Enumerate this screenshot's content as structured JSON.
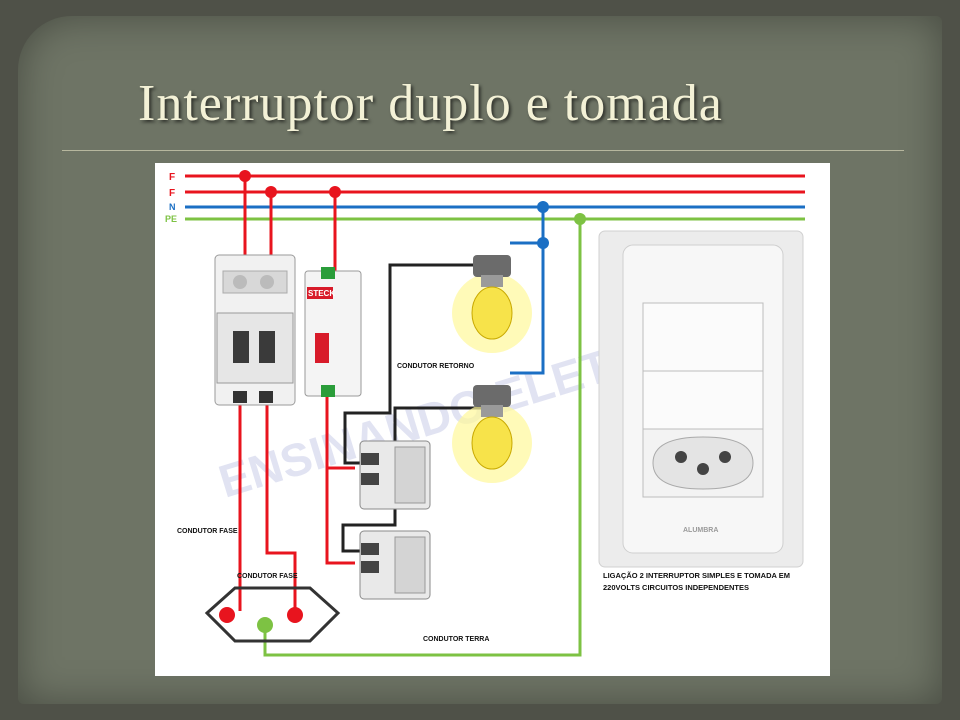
{
  "slide": {
    "title": "Interruptor duplo e tomada"
  },
  "diagram": {
    "bus_labels": {
      "f1": "F",
      "f2": "F",
      "n": "N",
      "pe": "PE"
    },
    "breaker_brand": "STECK",
    "watermark": "ENSINANDO ELETRICA",
    "plate_brand": "ALUMBRA",
    "labels": {
      "condutor_retorno": "CONDUTOR RETORNO",
      "condutor_fase_1": "CONDUTOR FASE",
      "condutor_fase_2": "CONDUTOR FASE",
      "condutor_terra": "CONDUTOR TERRA",
      "caption_line1": "LIGAÇÃO 2 INTERRUPTOR SIMPLES E TOMADA EM",
      "caption_line2": "220VOLTS CIRCUITOS INDEPENDENTES"
    },
    "colors": {
      "fase": "#e8141e",
      "neutro": "#1b6fc4",
      "terra": "#7dc243",
      "retorno": "#222222"
    }
  }
}
